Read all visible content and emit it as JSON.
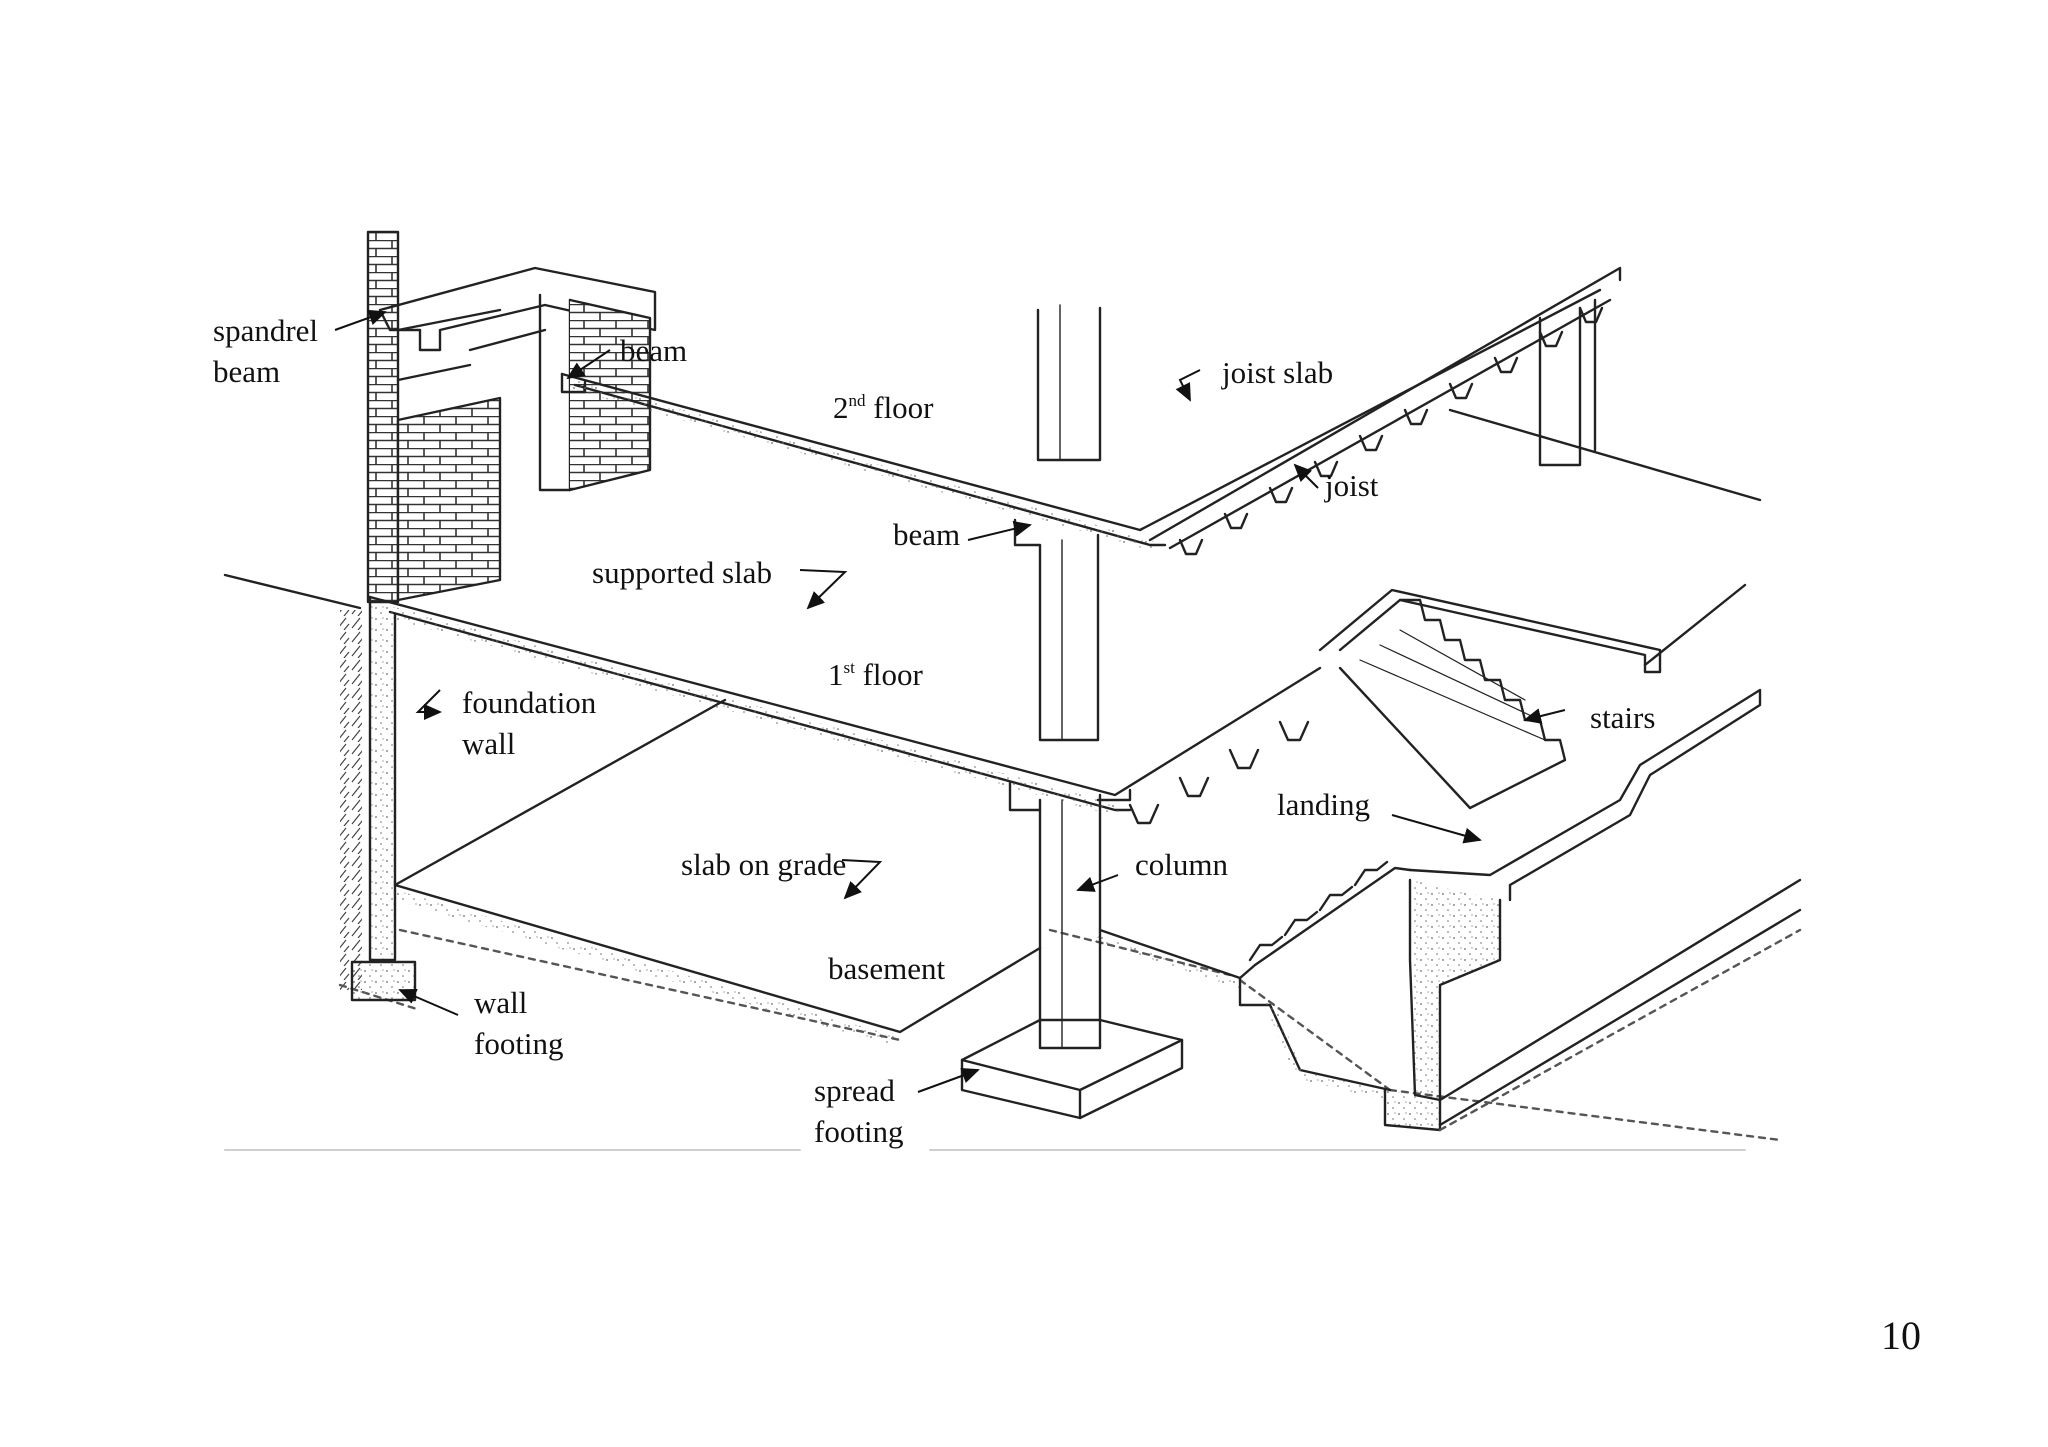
{
  "diagram": {
    "labels": {
      "spandrel_beam_1": "spandrel",
      "spandrel_beam_2": "beam",
      "beam_upper": "beam",
      "joist_slab": "joist slab",
      "floor2_num": "2",
      "floor2_sup": "nd",
      "floor2_word": "floor",
      "joist": "joist",
      "beam_mid": "beam",
      "supported_slab": "supported slab",
      "floor1_num": "1",
      "floor1_sup": "st",
      "floor1_word": "floor",
      "foundation_wall_1": "foundation",
      "foundation_wall_2": "wall",
      "stairs": "stairs",
      "landing": "landing",
      "slab_on_grade": "slab on grade",
      "column": "column",
      "basement": "basement",
      "wall_footing_1": "wall",
      "wall_footing_2": "footing",
      "spread_footing_1": "spread",
      "spread_footing_2": "footing"
    }
  },
  "page_number": "10",
  "colors": {
    "line": "#222222",
    "stipple": "#6a6a6a",
    "label": "#111111"
  }
}
